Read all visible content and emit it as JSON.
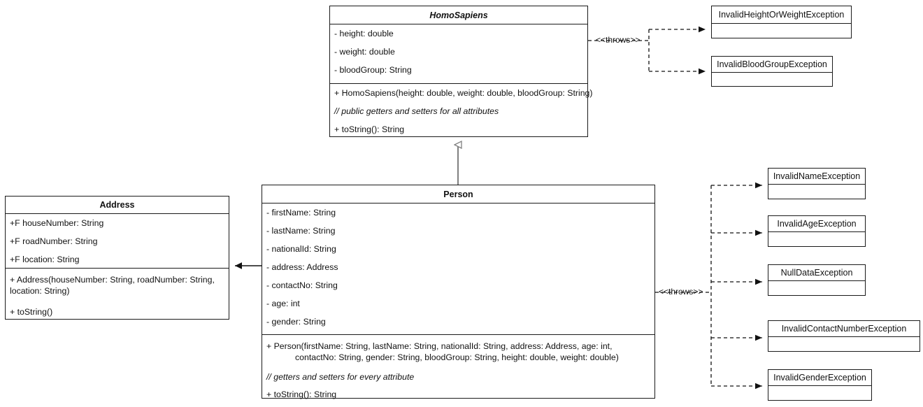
{
  "diagram": {
    "type": "uml-class-diagram",
    "classes": [
      {
        "name": "HomoSapiens",
        "abstract": true,
        "attributes": [
          "- height: double",
          "- weight: double",
          "- bloodGroup: String"
        ],
        "methods": [
          "+ HomoSapiens(height: double, weight: double, bloodGroup: String)",
          "// public getters and setters for all attributes",
          "+ toString(): String"
        ]
      },
      {
        "name": "Person",
        "abstract": false,
        "attributes": [
          "- firstName: String",
          "- lastName: String",
          "- nationalId: String",
          "- address: Address",
          "- contactNo: String",
          "- age: int",
          "- gender: String"
        ],
        "methods": [
          "+ Person(firstName: String, lastName: String, nationalId: String, address: Address, age: int,\n            contactNo: String, gender: String, bloodGroup: String, height: double, weight: double)",
          "// getters and setters for every attribute",
          "+ toString(): String"
        ]
      },
      {
        "name": "Address",
        "abstract": false,
        "attributes": [
          "+F houseNumber: String",
          "+F roadNumber: String",
          "+F location: String"
        ],
        "methods": [
          "+ Address(houseNumber: String, roadNumber: String,\nlocation: String)",
          "+ toString()"
        ]
      }
    ],
    "exceptions": [
      {
        "name": "InvalidHeightOrWeightException",
        "thrown_by": "HomoSapiens"
      },
      {
        "name": "InvalidBloodGroupException",
        "thrown_by": "HomoSapiens"
      },
      {
        "name": "InvalidNameException",
        "thrown_by": "Person"
      },
      {
        "name": "InvalidAgeException",
        "thrown_by": "Person"
      },
      {
        "name": "NullDataException",
        "thrown_by": "Person"
      },
      {
        "name": "InvalidContactNumberException",
        "thrown_by": "Person"
      },
      {
        "name": "InvalidGenderException",
        "thrown_by": "Person"
      }
    ],
    "relationships": [
      {
        "kind": "generalization",
        "from": "Person",
        "to": "HomoSapiens",
        "label": ""
      },
      {
        "kind": "association",
        "from": "Person",
        "to": "Address",
        "label": ""
      },
      {
        "kind": "dependency",
        "from": "HomoSapiens",
        "to": "exceptions",
        "label": "<<throws>>"
      },
      {
        "kind": "dependency",
        "from": "Person",
        "to": "exceptions",
        "label": "<<throws>>"
      }
    ],
    "stereotype_labels": {
      "homosapiens_throws": "<<throws>>",
      "person_throws": "<<throws>>"
    },
    "colors": {
      "stroke": "#1a1a1a",
      "fill": "#ffffff",
      "text": "#111111",
      "inheritance_line": "#808080"
    }
  }
}
